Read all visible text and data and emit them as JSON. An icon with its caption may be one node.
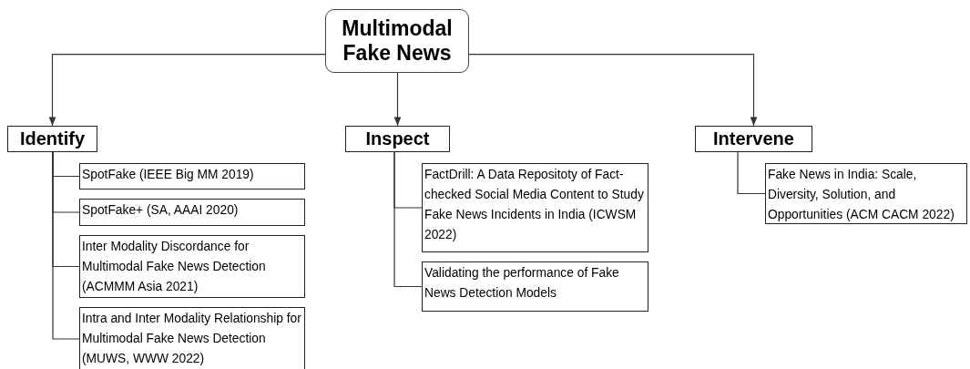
{
  "diagram": {
    "nodes": [
      {
        "text": [
          "Multimodal Fake News"
        ]
      },
      {
        "text": [
          "Identify"
        ]
      },
      {
        "text": [
          "Inspect"
        ]
      },
      {
        "text": [
          "Intervene"
        ]
      },
      {
        "text": [
          "SpotFake (IEEE Big MM 2019)"
        ]
      },
      {
        "text": [
          "SpotFake+ (SA, AAAI 2020)"
        ]
      },
      {
        "text": [
          "Inter Modality Discordance for Multimodal Fake News Detection (ACMMM Asia 2021)"
        ]
      },
      {
        "text": [
          "Intra and Inter Modality Relationship for Multimodal Fake News Detection (MUWS, WWW 2022)"
        ]
      },
      {
        "text": [
          "FactDrill: A Data Repositoty of Fact-checked Social Media Content to Study Fake News Incidents in India (ICWSM 2022)"
        ]
      },
      {
        "text": [
          "Validating the performance of Fake News Detection Models"
        ]
      },
      {
        "text": [
          "Fake News in India: Scale, Diversity, Solution, and Opportunities (ACM CACM 2022)"
        ]
      }
    ],
    "edges": [
      {
        "from": 0,
        "to": 1,
        "arrow": "to"
      },
      {
        "from": 0,
        "to": 2,
        "arrow": "to"
      },
      {
        "from": 0,
        "to": 3,
        "arrow": "to"
      },
      {
        "from": 1,
        "to": 4,
        "arrow": "none"
      },
      {
        "from": 1,
        "to": 5,
        "arrow": "none"
      },
      {
        "from": 1,
        "to": 6,
        "arrow": "none"
      },
      {
        "from": 1,
        "to": 7,
        "arrow": "none"
      },
      {
        "from": 2,
        "to": 8,
        "arrow": "none"
      },
      {
        "from": 2,
        "to": 9,
        "arrow": "none"
      },
      {
        "from": 3,
        "to": 10,
        "arrow": "none"
      }
    ]
  }
}
